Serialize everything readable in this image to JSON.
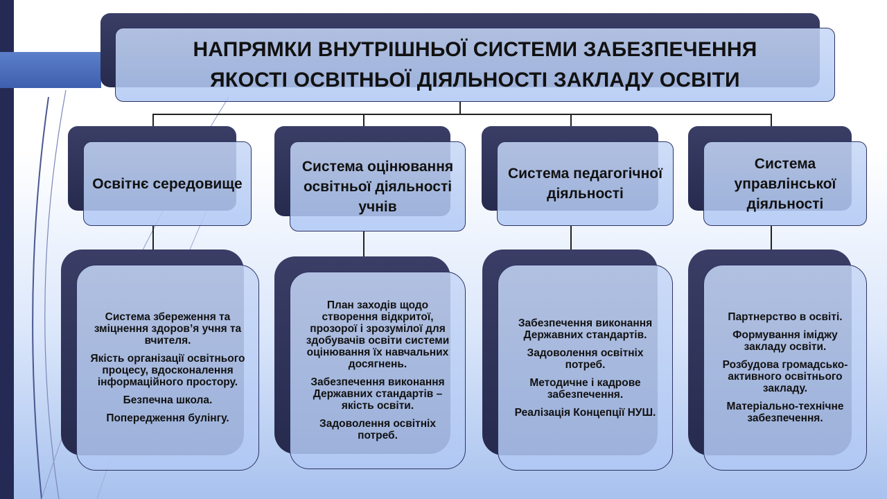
{
  "title": {
    "line1": "НАПРЯМКИ ВНУТРІШНЬОЇ СИСТЕМИ ЗАБЕЗПЕЧЕННЯ",
    "line2": "ЯКОСТІ ОСВІТНЬОЇ ДІЯЛЬНОСТІ ЗАКЛАДУ ОСВІТИ"
  },
  "categories": [
    {
      "label": "Освітнє середовище"
    },
    {
      "label": "Система оцінювання освітньої діяльності учнів"
    },
    {
      "label": "Система педагогічної діяльності"
    },
    {
      "label": "Система управлінської діяльності"
    }
  ],
  "details": [
    {
      "items": [
        "Система збереження та зміцнення здоров’я учня та вчителя.",
        "Якість організації освітнього процесу, вдосконалення інформаційного простору.",
        "Безпечна школа.",
        "Попередження булінгу."
      ]
    },
    {
      "items": [
        "План заходів щодо створення відкритої, прозорої і зрозумілої для здобувачів освіти системи оцінювання їх навчальних досягнень.",
        "Забезпечення виконання Державних стандартів – якість освіти.",
        "Задоволення освітніх потреб."
      ]
    },
    {
      "items": [
        "Забезпечення виконання Державних стандартів.",
        "Задоволення освітніх потреб.",
        "Методичне і кадрове забезпечення.",
        "Реалізація Концепції НУШ."
      ]
    },
    {
      "items": [
        "Партнерство в освіті.",
        "Формування іміджу закладу освіти.",
        "Розбудова громадсько-активного освітнього закладу.",
        "Матеріально-технічне забезпечення."
      ]
    }
  ],
  "colors": {
    "dark_navy": "#252a55",
    "box_fill": "#bcd0f4",
    "accent_blue": "#4a6cbb"
  }
}
